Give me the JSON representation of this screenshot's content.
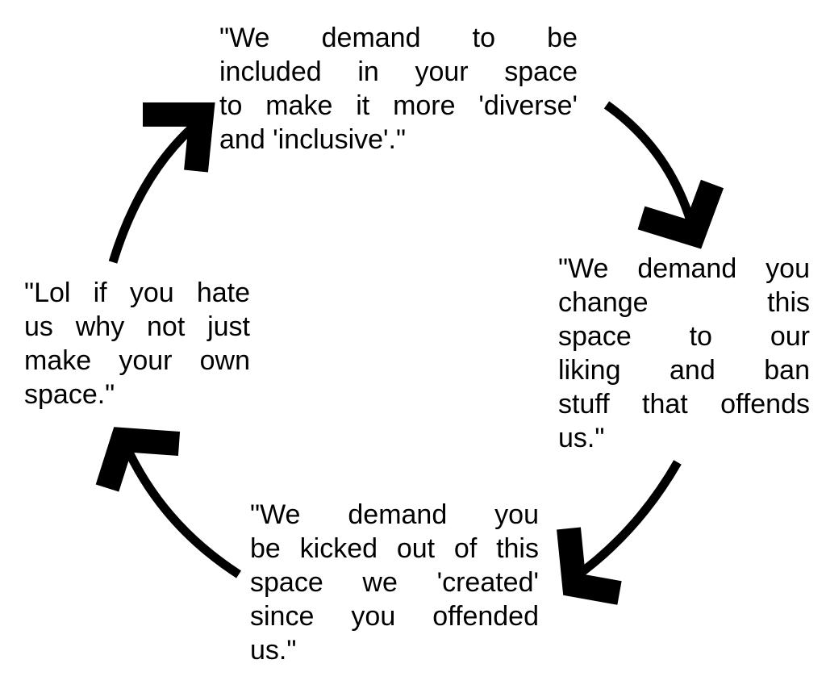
{
  "cycle": [
    {
      "id": "top",
      "lines": [
        "\"We demand to be",
        "included in your space",
        "to make it more 'diverse'",
        "and 'inclusive'.\""
      ]
    },
    {
      "id": "right",
      "lines": [
        "\"We demand you",
        "change this",
        "space to our",
        "liking and ban",
        "stuff that offends",
        "us.\""
      ]
    },
    {
      "id": "bottom",
      "lines": [
        "\"We demand you",
        "be kicked out of this",
        "space we 'created'",
        "since you offended",
        "us.\""
      ]
    },
    {
      "id": "left",
      "lines": [
        "\"Lol if you hate",
        "us why not just",
        "make your own",
        "space.\""
      ]
    }
  ],
  "colors": {
    "ink": "#000000",
    "background": "#ffffff"
  }
}
